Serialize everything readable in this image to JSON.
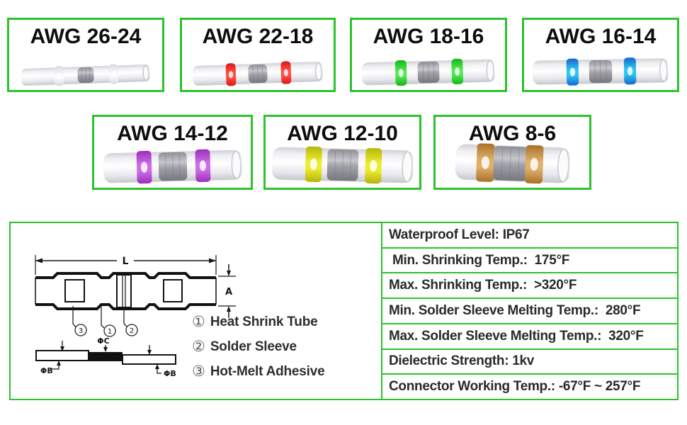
{
  "accent_green": "#2cc22c",
  "cards": [
    {
      "label": "AWG 26-24",
      "ring_color_name": "clear-white",
      "ring_center": "#fafafb",
      "ring_edge": "#d8d8e0"
    },
    {
      "label": "AWG 22-18",
      "ring_color_name": "red",
      "ring_center": "#ff4f42",
      "ring_edge": "#d81818"
    },
    {
      "label": "AWG 18-16",
      "ring_color_name": "green",
      "ring_center": "#52e852",
      "ring_edge": "#17b517"
    },
    {
      "label": "AWG 16-14",
      "ring_color_name": "blue",
      "ring_center": "#2ec6f0",
      "ring_edge": "#1766cf"
    },
    {
      "label": "AWG 14-12",
      "ring_color_name": "purple",
      "ring_center": "#cb6ee4",
      "ring_edge": "#9c2fbe"
    },
    {
      "label": "AWG 12-10",
      "ring_color_name": "yellow",
      "ring_center": "#eded2f",
      "ring_edge": "#b5b50e"
    },
    {
      "label": "AWG 8-6",
      "ring_color_name": "amber",
      "ring_center": "#e0b06b",
      "ring_edge": "#a9712a"
    }
  ],
  "spec_table": {
    "rows": [
      "Waterproof Level: IP67",
      " Min. Shrinking Temp.:  175°F",
      "Max. Shrinking Temp.:  >320°F",
      "Min. Solder Sleeve Melting Temp.:  280°F",
      "Max. Solder Sleeve Melting Temp.:  320°F",
      "Dielectric Strength: 1kv",
      "Connector Working Temp.: -67°F ~ 257°F"
    ]
  },
  "diagram": {
    "dim_labels": {
      "length": "L",
      "height": "A",
      "solder_dia": "ΦC",
      "wire_dia_left": "ΦB",
      "wire_dia_right": "ΦB"
    },
    "callouts": {
      "one": "1",
      "two": "2",
      "three": "3"
    },
    "legend": [
      {
        "num": "①",
        "label": "Heat Shrink Tube"
      },
      {
        "num": "②",
        "label": "Solder Sleeve"
      },
      {
        "num": "③",
        "label": "Hot-Melt Adhesive"
      }
    ]
  }
}
